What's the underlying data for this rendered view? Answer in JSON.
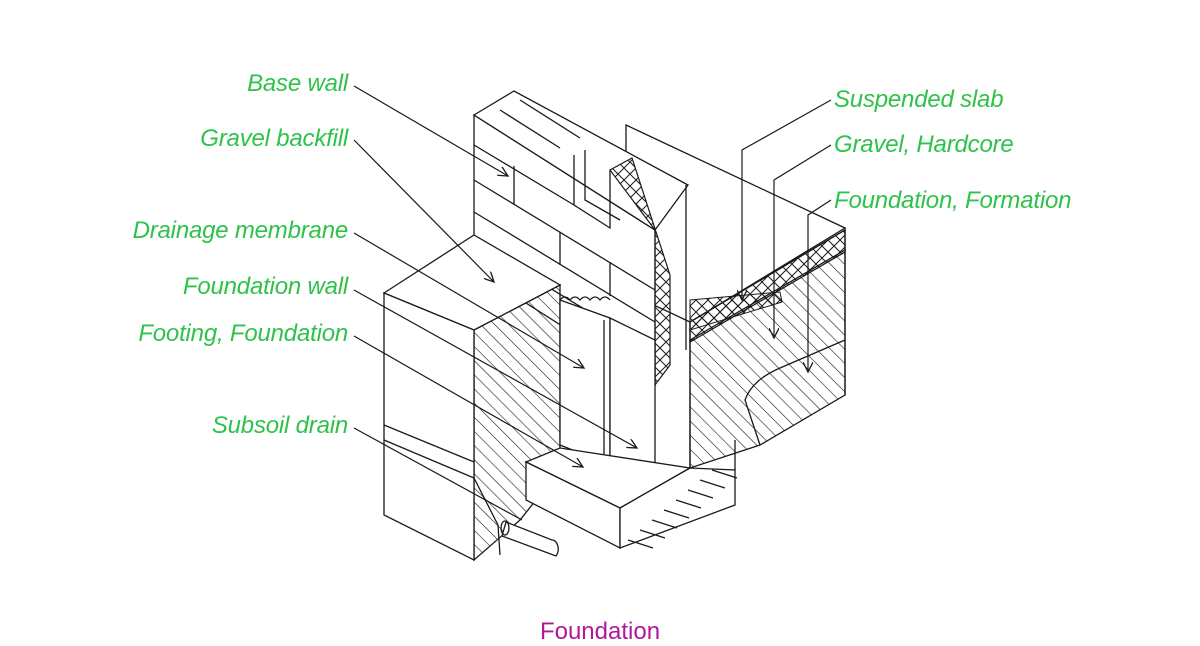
{
  "colors": {
    "label": "#2ec24a",
    "caption": "#b0179a",
    "line": "#1a1a1a"
  },
  "labels_left": [
    {
      "id": "base-wall",
      "text": "Base wall"
    },
    {
      "id": "gravel-backfill",
      "text": "Gravel backfill"
    },
    {
      "id": "drainage-membrane",
      "text": "Drainage membrane"
    },
    {
      "id": "foundation-wall",
      "text": "Foundation wall"
    },
    {
      "id": "footing-foundation",
      "text": "Footing, Foundation"
    },
    {
      "id": "subsoil-drain",
      "text": "Subsoil drain"
    }
  ],
  "labels_right": [
    {
      "id": "suspended-slab",
      "text": "Suspended slab"
    },
    {
      "id": "gravel-hardcore",
      "text": "Gravel, Hardcore"
    },
    {
      "id": "foundation-formation",
      "text": "Foundation, Formation"
    }
  ],
  "caption": "Foundation"
}
